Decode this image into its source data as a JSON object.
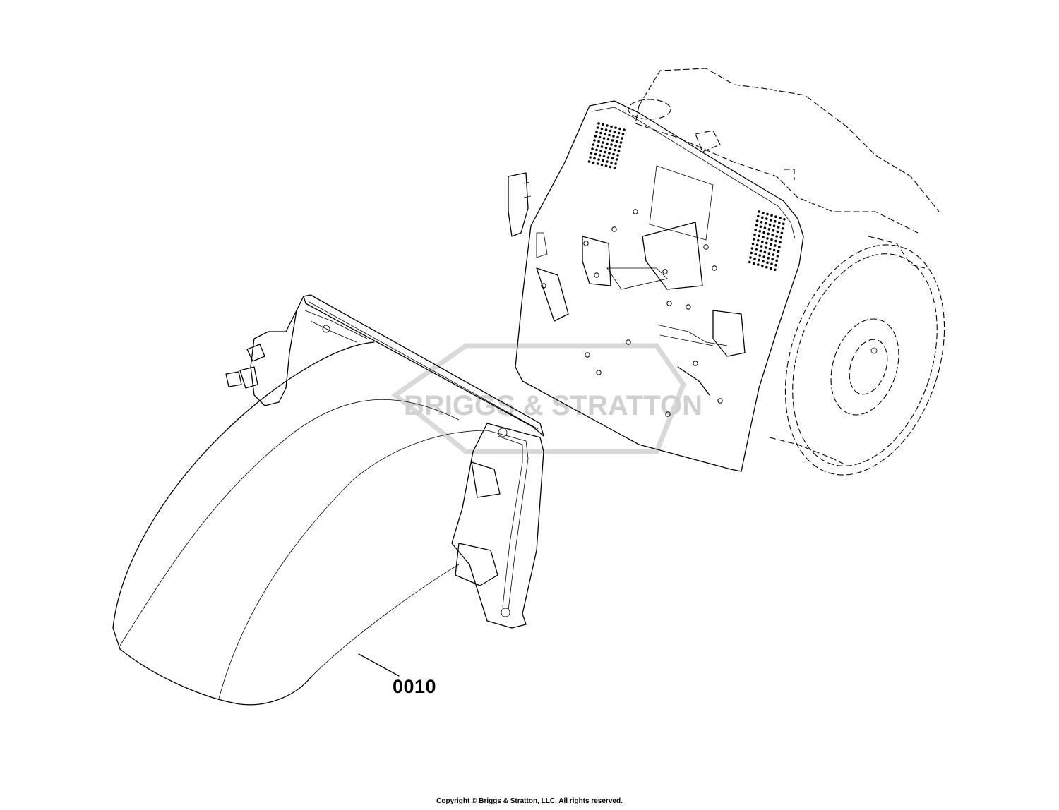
{
  "diagram": {
    "callouts": [
      {
        "id": "0010",
        "label": "0010"
      }
    ],
    "watermark": {
      "text": "BRIGGS & STRATTON",
      "color": "#d0d0d0"
    },
    "copyright": "Copyright © Briggs & Stratton, LLC. All rights reserved."
  },
  "colors": {
    "line": "#000000",
    "background": "#ffffff",
    "watermark": "#d0d0d0"
  }
}
